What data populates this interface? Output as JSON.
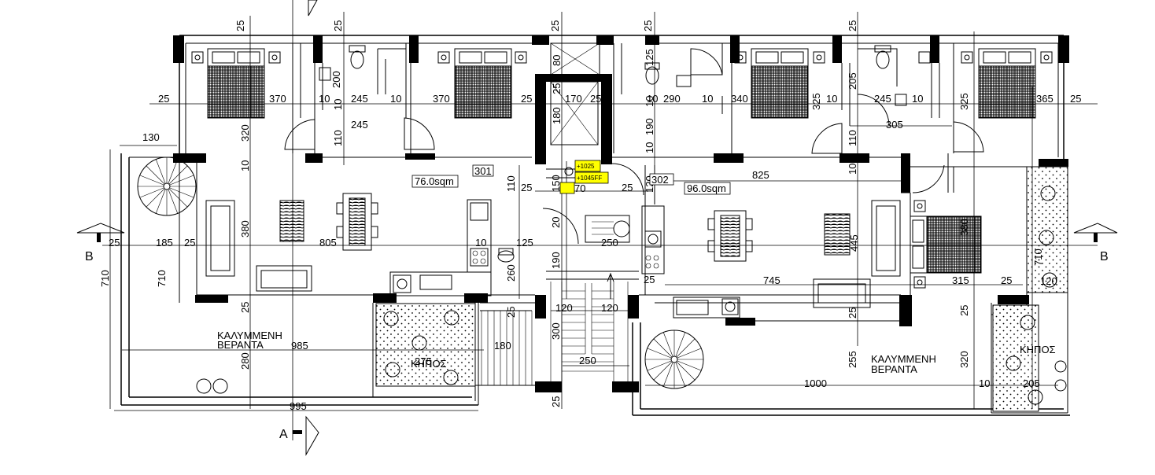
{
  "labels": {
    "area_left": "76.0sqm",
    "area_right": "96.0sqm",
    "unit_left": "301",
    "unit_right": "302",
    "veranda_left_1": "ΚΑΛΥΜΜΕΝΗ",
    "veranda_left_2": "ΒΕΡΑΝΤΑ",
    "veranda_right_1": "ΚΑΛΥΜΜΕΝΗ",
    "veranda_right_2": "ΒΕΡΑΝΤΑ",
    "garden_left": "ΚΗΠΟΣ",
    "garden_right": "ΚΗΠΟΣ",
    "section_a": "A",
    "section_b_left": "B",
    "section_b_right": "B",
    "level_tag_1": "+1025",
    "level_tag_2": "+1045FF"
  },
  "dimensions": {
    "top_25_a": "25",
    "top_25_b": "25",
    "top_25_c": "25",
    "top_25_d": "25",
    "top_25_e": "25",
    "r1_25a": "25",
    "r1_370a": "370",
    "r1_10a": "10",
    "r1_245a": "245",
    "r1_10b": "10",
    "r1_370b": "370",
    "r1_25b": "25",
    "r1_170": "170",
    "r1_25c": "25",
    "r1_10c": "10",
    "r1_290": "290",
    "r1_10d": "10",
    "r1_340": "340",
    "r1_10e": "10",
    "r1_245b": "245",
    "r1_10f": "10",
    "r1_365": "365",
    "r1_25d": "25",
    "v_200": "200",
    "v_10a": "10",
    "v_245c": "245",
    "v_320": "320",
    "v_110a": "110",
    "v_10b": "10",
    "v_80": "80",
    "v_125": "125",
    "v_180": "180",
    "v_25a": "25",
    "v_10c": "10",
    "v_190a": "190",
    "v_10d": "10",
    "v_205": "205",
    "v_325a": "325",
    "v_325b": "325",
    "v_110b": "110",
    "v_10e": "10",
    "v_305": "305",
    "v_825": "825",
    "v_130": "130",
    "v_110c": "110",
    "v_150": "150",
    "v_25b": "25",
    "v_25c": "25",
    "v_70": "70",
    "v_120": "120",
    "v_380a": "380",
    "v_380b": "380",
    "v_20": "20",
    "v_445": "445",
    "m_25a": "25",
    "m_185": "185",
    "m_25b": "25",
    "m_805": "805",
    "m_10": "10",
    "m_125": "125",
    "m_250": "250",
    "m_190": "190",
    "m_260": "260",
    "m_710a": "710",
    "m_710b": "710",
    "m_710c": "710",
    "m_745": "745",
    "m_25c": "25",
    "m_25d": "25",
    "m_315": "315",
    "m_25e": "25",
    "m_120": "120",
    "b_25a": "25",
    "b_120a": "120",
    "b_120b": "120",
    "b_300": "300",
    "b_180": "180",
    "b_280": "280",
    "b_985": "985",
    "b_275": "275",
    "b_250": "250",
    "b_25b": "25",
    "b_255": "255",
    "b_1000": "1000",
    "b_320": "320",
    "b_10": "10",
    "b_205": "205",
    "b_25c": "25",
    "b_995": "995",
    "b_25d": "25"
  },
  "colors": {
    "wall": "#000000",
    "background": "#ffffff",
    "highlight": "#ffff00"
  },
  "icons": [
    "spiral-stair-icon",
    "bed-icon",
    "toilet-icon",
    "sofa-icon",
    "dining-table-icon",
    "tree-icon",
    "section-marker-icon",
    "elevator-icon"
  ]
}
